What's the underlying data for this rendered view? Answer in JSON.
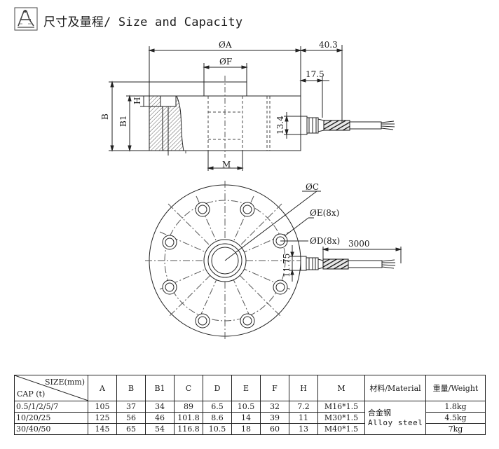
{
  "header": {
    "title": "尺寸及量程/ Size and Capacity",
    "icon": "caliper-icon"
  },
  "drawing": {
    "side_view": {
      "dim_A": "ØA",
      "dim_F": "ØF",
      "dim_403": "40.3",
      "dim_175": "17.5",
      "dim_134": "13.4",
      "dim_B": "B",
      "dim_B1": "B1",
      "dim_H": "H",
      "dim_M": "M"
    },
    "top_view": {
      "dim_C": "ØC",
      "dim_E": "ØE(8x)",
      "dim_D": "ØD(8x)",
      "dim_3000": "3000",
      "dim_1175": "11.75"
    }
  },
  "table": {
    "corner_size": "SIZE(mm)",
    "corner_cap": "CAP (t)",
    "columns": [
      "A",
      "B",
      "B1",
      "C",
      "D",
      "E",
      "F",
      "H",
      "M"
    ],
    "material_header": "材料/Material",
    "weight_header": "重量/Weight",
    "material_cn": "合金钢",
    "material_en": "Alloy steel",
    "rows": [
      {
        "cap": "0.5/1/2/5/7",
        "A": "105",
        "B": "37",
        "B1": "34",
        "C": "89",
        "D": "6.5",
        "E": "10.5",
        "F": "32",
        "H": "7.2",
        "M": "M16*1.5",
        "weight": "1.8kg"
      },
      {
        "cap": "10/20/25",
        "A": "125",
        "B": "56",
        "B1": "46",
        "C": "101.8",
        "D": "8.6",
        "E": "14",
        "F": "39",
        "H": "11",
        "M": "M30*1.5",
        "weight": "4.5kg"
      },
      {
        "cap": "30/40/50",
        "A": "145",
        "B": "65",
        "B1": "54",
        "C": "116.8",
        "D": "10.5",
        "E": "18",
        "F": "60",
        "H": "13",
        "M": "M40*1.5",
        "weight": "7kg"
      }
    ]
  }
}
